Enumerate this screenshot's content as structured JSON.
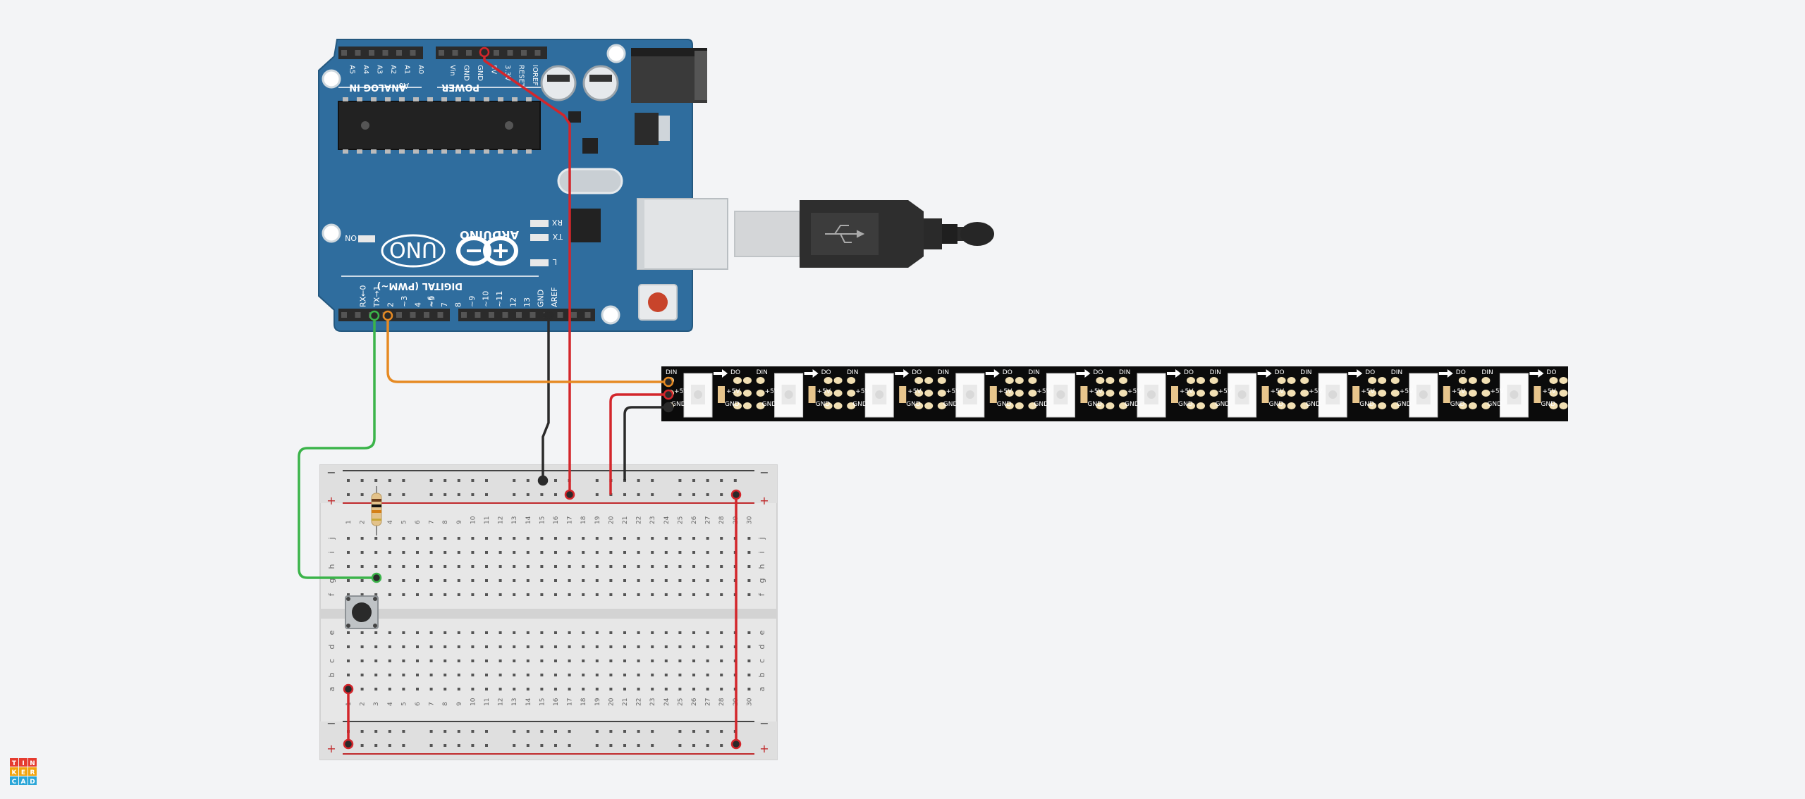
{
  "canvas": {
    "background": "#f3f4f6"
  },
  "arduino": {
    "brand": "ARDUINO",
    "model": "UNO",
    "digital_label": "DIGITAL (PWM~)",
    "analog_label": "ANALOG IN",
    "power_label": "POWER",
    "on_label": "ON",
    "l_label": "L",
    "tx_label": "TX",
    "rx_label": "RX",
    "power_pins": [
      "IOREF",
      "RESET",
      "3.3V",
      "5V",
      "GND",
      "GND",
      "Vin"
    ],
    "analog_pins": [
      "A0",
      "A1",
      "A2",
      "A3",
      "A4",
      "A5"
    ],
    "digital_pins": [
      "AREF",
      "GND",
      "13",
      "12",
      "~11",
      "~10",
      "~9",
      "8",
      "7",
      "~6",
      "~5",
      "4",
      "~3",
      "2",
      "TX→1",
      "RX←0"
    ],
    "colors": {
      "board": "#2f6d9e",
      "header": "#2b2b2b",
      "chip": "#222222"
    }
  },
  "led_strip": {
    "labels": {
      "din": "DIN",
      "do": "DO",
      "vcc": "+5V",
      "gnd": "GND"
    },
    "led_count": 10,
    "colors": {
      "strip": "#0b0b0b",
      "pad": "#f1dfb3"
    }
  },
  "breadboard": {
    "columns": 30,
    "row_letters_top": [
      "j",
      "i",
      "h",
      "g",
      "f"
    ],
    "row_letters_bottom": [
      "e",
      "d",
      "c",
      "b",
      "a"
    ],
    "rail_minus": "−",
    "rail_plus": "+"
  },
  "wire_colors": {
    "red": "#d3262b",
    "black": "#2a2a2a",
    "green": "#3bb44a",
    "orange": "#e68a23"
  },
  "logo": {
    "letters": [
      "T",
      "I",
      "N",
      "K",
      "E",
      "R",
      "C",
      "A",
      "D"
    ]
  }
}
